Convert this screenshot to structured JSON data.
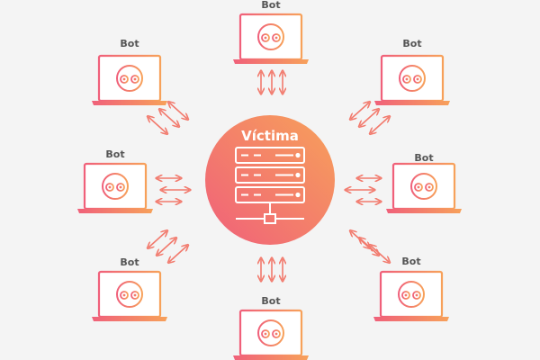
{
  "diagram": {
    "victim": {
      "label": "Víctima"
    },
    "bots": [
      {
        "label": "Bot"
      },
      {
        "label": "Bot"
      },
      {
        "label": "Bot"
      },
      {
        "label": "Bot"
      },
      {
        "label": "Bot"
      },
      {
        "label": "Bot"
      },
      {
        "label": "Bot"
      },
      {
        "label": "Bot"
      }
    ],
    "colors": {
      "gradient_start": "#f0607a",
      "gradient_end": "#f7a15a",
      "label": "#555555",
      "background": "#f4f4f4",
      "victim_label": "#ffffff"
    }
  }
}
